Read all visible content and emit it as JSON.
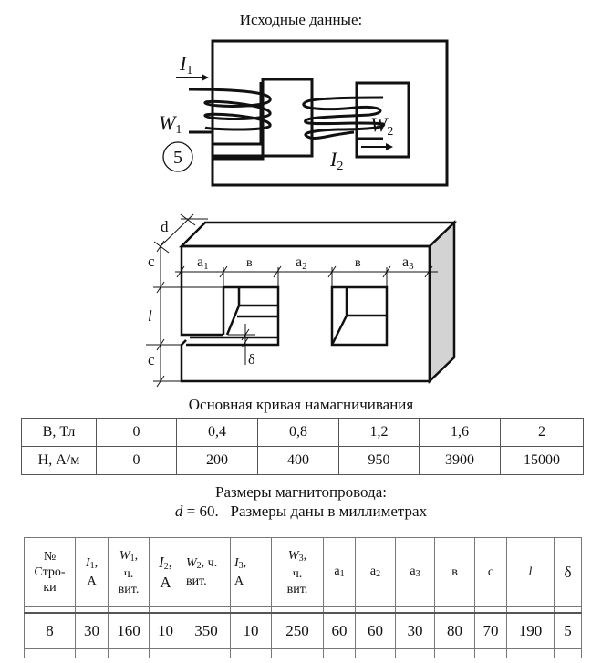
{
  "captions": {
    "initial_data": "Исходные данные:",
    "curve_title": "Основная кривая намагничивания",
    "dims_title": "Размеры магнитопровода:",
    "dims_note_var": "d",
    "dims_note_rest": " = 60.   Размеры даны в миллиметрах"
  },
  "circuit": {
    "variant_number": "5",
    "I1_label": "I",
    "I1_sub": "1",
    "W1_label": "W",
    "W1_sub": "1",
    "W2_label": "W",
    "W2_sub": "2",
    "I2_label": "I",
    "I2_sub": "2"
  },
  "core3d": {
    "labels": {
      "d": "d",
      "c_top": "c",
      "l": "l",
      "c_bottom": "c",
      "a1": "a",
      "a1_sub": "1",
      "b1": "в",
      "a2": "a",
      "a2_sub": "2",
      "b2": "в",
      "a3": "a",
      "a3_sub": "3",
      "delta": "δ"
    },
    "side_fill": "#d3d3d3"
  },
  "magnetization_table": {
    "rows": [
      {
        "label": "B, Тл",
        "values": [
          "0",
          "0,4",
          "0,8",
          "1,2",
          "1,6",
          "2"
        ]
      },
      {
        "label": "H, А/м",
        "values": [
          "0",
          "200",
          "400",
          "950",
          "3900",
          "15000"
        ]
      }
    ]
  },
  "dims_table": {
    "headers": {
      "row_no_1": "№",
      "row_no_2": "Стро-",
      "row_no_3": "ки",
      "I1_var": "I",
      "I1_sub": "1",
      "I1_unit": "А",
      "W1_var": "W",
      "W1_sub": "1",
      "W1_unit1": "ч.",
      "W1_unit2": "вит.",
      "I2_var": "I",
      "I2_sub": "2",
      "I2_unit": "А",
      "W2_var": "W",
      "W2_sub": "2",
      "W2_unit1": ", ч.",
      "W2_unit2": "вит.",
      "I3_var": "I",
      "I3_sub": "3",
      "I3_unit": "А",
      "W3_var": "W",
      "W3_sub": "3",
      "W3_unit1": "ч.",
      "W3_unit2": "вит.",
      "a1": "a",
      "a1_sub": "1",
      "a2": "a",
      "a2_sub": "2",
      "a3": "a",
      "a3_sub": "3",
      "b": "в",
      "c": "c",
      "l": "l",
      "delta": "δ"
    },
    "values": [
      "8",
      "30",
      "160",
      "10",
      "350",
      "10",
      "250",
      "60",
      "60",
      "30",
      "80",
      "70",
      "190",
      "5"
    ]
  }
}
